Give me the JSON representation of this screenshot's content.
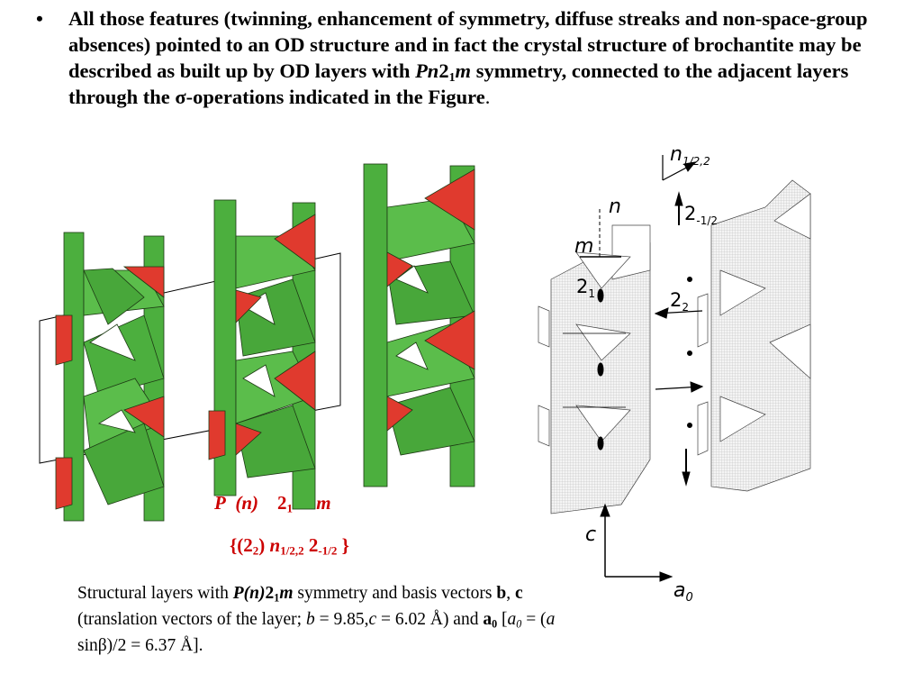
{
  "bullet": {
    "marker": "•",
    "part1": "All those features (twinning, enhancement of symmetry, diffuse streaks and non-space-group absences) pointed to an OD structure and in fact the crystal structure of brochantite may be described as built up by OD layers with ",
    "sym_pn": "Pn",
    "sym_2": "2",
    "sym_1": "1",
    "sym_m": "m",
    "part2": " symmetry, connected  to the adjacent layers through the ",
    "sigma": "σ",
    "part3": "-operations indicated in the ",
    "figure_word": "Figure",
    "period": "."
  },
  "layer_symbol": {
    "p": "P",
    "n": "(n)",
    "two": "2",
    "one": "1",
    "m": "m"
  },
  "sigma_symbol": {
    "open": "{(2",
    "sub2": "2",
    "close_paren": ") ",
    "n": "n",
    "n_sub": "1/2,2",
    "two": " 2",
    "two_sub": "-1/2",
    "close": " }"
  },
  "caption": {
    "t1": "Structural layers with  ",
    "p": "P",
    "n": "(n)",
    "two": "2",
    "one": "1",
    "m": "m",
    "t2": " symmetry and basis vectors ",
    "b": "b",
    "comma": ", ",
    "c": "c",
    "t3": " (translation vectors of the layer; ",
    "b_it": "b",
    "t4": " = 9.85,",
    "c_it": "c",
    "t5": " = 6.02 Å) and ",
    "a0": "a",
    "a0_sub": "0",
    "t6": " [",
    "a_it": "a",
    "a_sub": "0",
    "t7": " = (",
    "a_it2": "a",
    "t8": " sinβ)/2 = 6.37 Å]."
  },
  "right_diagram": {
    "label_n_top": "n",
    "label_n_top_sub": "1/2,2",
    "label_2_top": "2",
    "label_2_top_sub": "-1/2",
    "label_n": "n",
    "label_m": "m",
    "label_21": "2",
    "label_21_sub": "1",
    "label_22": "2",
    "label_22_sub": "2",
    "axis_c": "c",
    "axis_a": "a",
    "axis_a_sub": "0"
  },
  "colors": {
    "green": "#4caf3e",
    "red": "#e03a2e",
    "symbol_red": "#cc0000"
  }
}
